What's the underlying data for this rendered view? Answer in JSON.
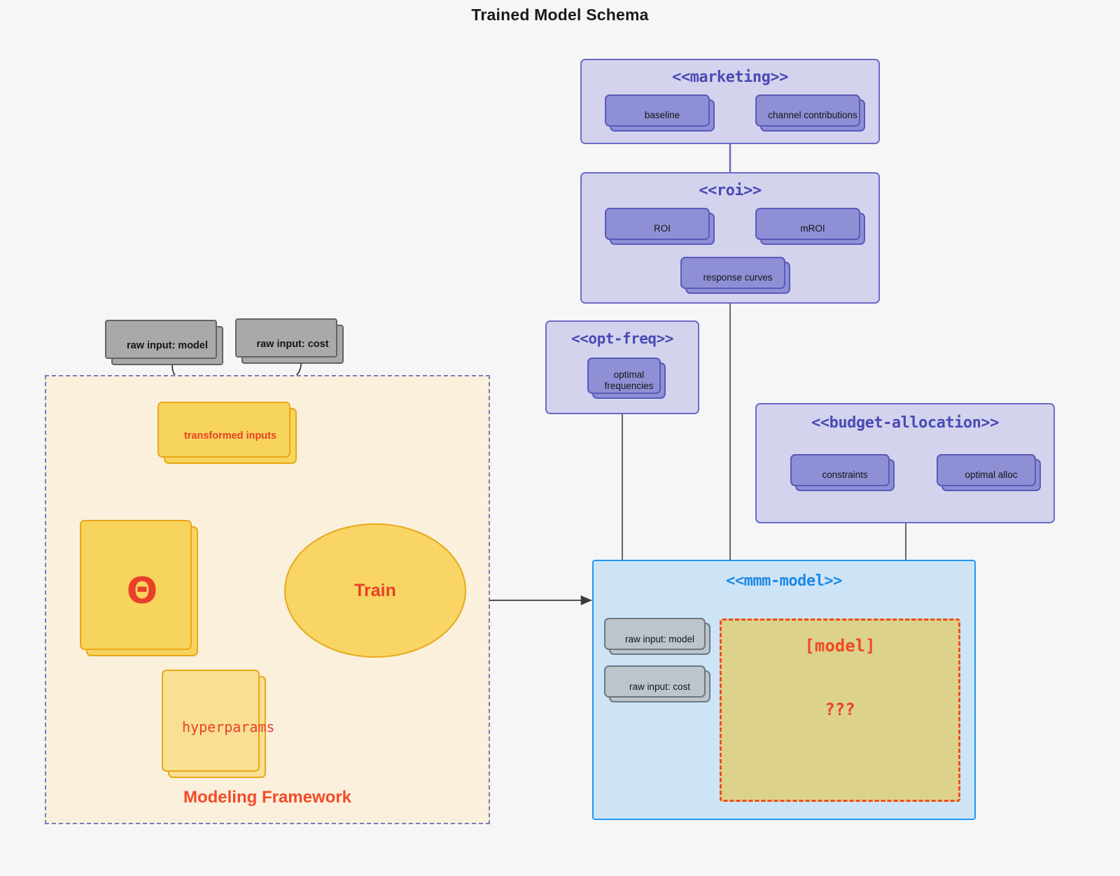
{
  "title": "Trained Model Schema",
  "packages": {
    "marketing": {
      "title": "<<marketing>>",
      "elements": [
        {
          "label": "baseline"
        },
        {
          "label": "channel contributions"
        }
      ],
      "relation": "bidirectional"
    },
    "roi": {
      "title": "<<roi>>",
      "elements": [
        {
          "label": "ROI"
        },
        {
          "label": "mROI"
        },
        {
          "label": "response curves"
        }
      ],
      "relation": "bidirectional"
    },
    "opt_freq": {
      "title": "<<opt-freq>>",
      "elements": [
        {
          "label": "optimal frequencies"
        }
      ]
    },
    "budget_allocation": {
      "title": "<<budget-allocation>>",
      "elements": [
        {
          "label": "constraints"
        },
        {
          "label": "optimal alloc"
        }
      ],
      "relation": "bidirectional"
    },
    "mmm_model": {
      "title": "<<mmm-model>>",
      "inputs": [
        {
          "label": "raw input: model"
        },
        {
          "label": "raw input: cost"
        }
      ],
      "model_box": {
        "label": "[model]",
        "unknown": "???"
      }
    }
  },
  "raw_inputs": [
    {
      "label": "raw input: model"
    },
    {
      "label": "raw input: cost"
    }
  ],
  "framework": {
    "label": "Modeling Framework",
    "transformed_inputs": "transformed inputs",
    "theta": "Θ",
    "hyperparams": "hyperparams",
    "train": "Train"
  },
  "colors": {
    "background": "#F6F6F6",
    "package_fill": "#D3D3EE",
    "package_border": "#6B6BC6",
    "package_title": "#4A4AB4",
    "element_fill": "#8F8FD6",
    "element_border": "#5A5ABA",
    "blue_fill": "#CDE4F7",
    "blue_border": "#2196F3",
    "blue_title": "#1E88E5",
    "grey_fill": "#BCC4CC",
    "grey_border": "#6E7780",
    "raw_fill": "#A9A9A9",
    "raw_border": "#636363",
    "framework_fill": "#FAF0DC",
    "framework_border": "#7B7BC0",
    "accent_red": "#E8402A",
    "yellow_fill": "#F7D45C",
    "yellow_light": "#F8DF93",
    "yellow_border": "#E8A819",
    "model_box_fill": "#DCD28C",
    "model_box_border": "#F04A23"
  }
}
